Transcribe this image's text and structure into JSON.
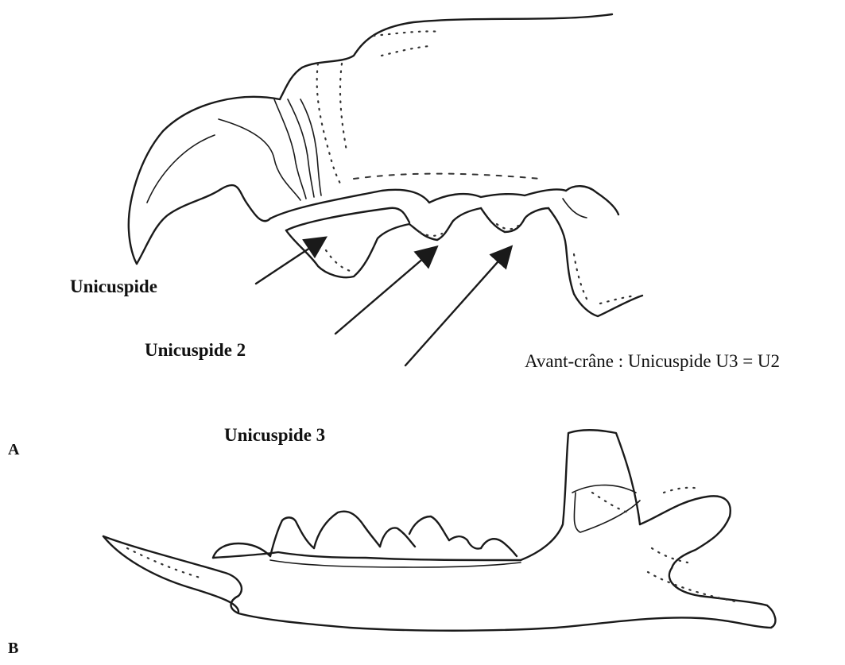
{
  "labels": {
    "unicuspide": "Unicuspide",
    "unicuspide_2": "Unicuspide 2",
    "unicuspide_3": "Unicuspide 3",
    "caption": "Avant-crâne : Unicuspide U3 = U2"
  },
  "panels": {
    "a": "A",
    "b": "B"
  }
}
